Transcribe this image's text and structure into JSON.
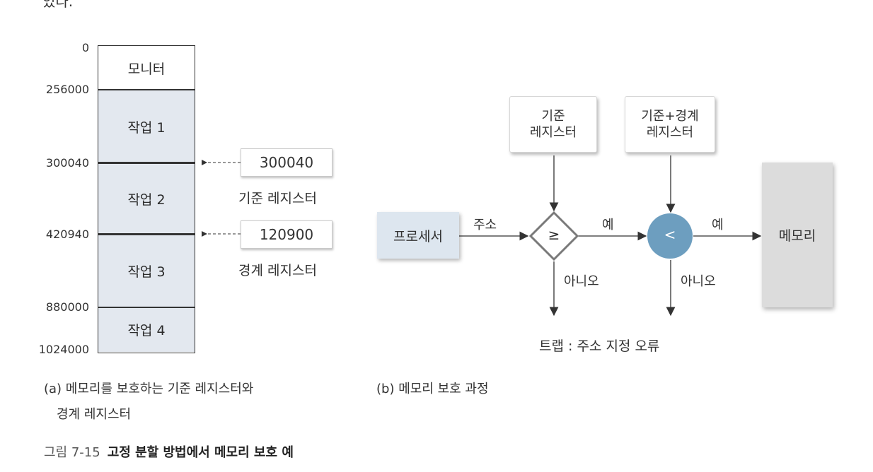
{
  "top_fragment": "있다.",
  "memory_map": {
    "addresses": [
      "0",
      "256000",
      "300040",
      "420940",
      "880000",
      "1024000"
    ],
    "segments": [
      {
        "label": "모니터",
        "type": "monitor"
      },
      {
        "label": "작업 1",
        "type": "job"
      },
      {
        "label": "작업 2",
        "type": "job"
      },
      {
        "label": "작업 3",
        "type": "job"
      },
      {
        "label": "작업 4",
        "type": "job"
      }
    ],
    "base_register": {
      "value": "300040",
      "label": "기준 레지스터"
    },
    "limit_register": {
      "value": "120900",
      "label": "경계 레지스터"
    },
    "caption_line1": "(a) 메모리를 보호하는 기준 레지스터와",
    "caption_line2": "경계 레지스터"
  },
  "flow": {
    "processor": "프로세서",
    "address_label": "주소",
    "base_box_line1": "기준",
    "base_box_line2": "레지스터",
    "limit_box_line1": "기준+경계",
    "limit_box_line2": "레지스터",
    "compare1_symbol": "≥",
    "compare2_symbol": "<",
    "yes_label": "예",
    "no_label": "아니오",
    "memory": "메모리",
    "trap": "트랩 : 주소 지정 오류",
    "caption": "(b) 메모리 보호 과정"
  },
  "figure": {
    "number": "그림 7-15",
    "title": "고정 분할 방법에서 메모리 보호 예"
  },
  "colors": {
    "job_fill": "#e3e8ef",
    "processor_fill": "#dde6ef",
    "memory_fill": "#dcdcdc",
    "circle_fill": "#6d9ebf",
    "diamond_stroke": "#7a7a7a"
  }
}
